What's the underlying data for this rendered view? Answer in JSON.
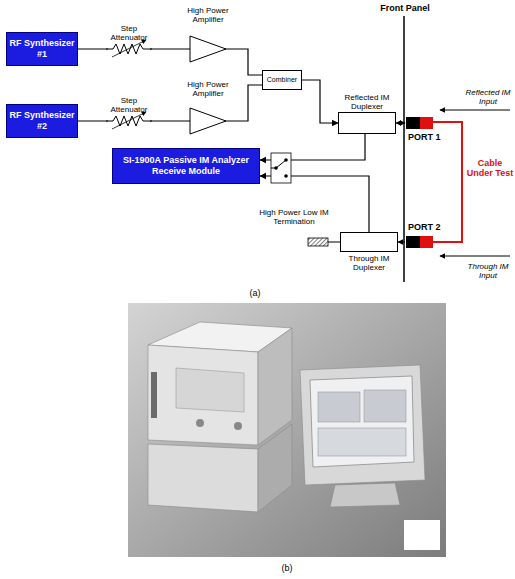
{
  "diagram": {
    "nodes": [
      {
        "text": [
          "RF Synthesizer #1"
        ]
      },
      {
        "text": [
          "RF Synthesizer #2"
        ]
      },
      {
        "text": [
          "Combiner"
        ]
      },
      {
        "text": [
          "Reflected IM Duplexer"
        ]
      },
      {
        "text": [
          "SI-1900A Passive IM Analyzer Receive Module"
        ]
      },
      {
        "text": [
          "Through IM Duplexer"
        ]
      }
    ],
    "edges": [
      {
        "from": 0,
        "to": 2,
        "arrow": "none"
      },
      {
        "from": 1,
        "to": 2,
        "arrow": "none"
      },
      {
        "from": 2,
        "to": 3,
        "arrow": "to"
      },
      {
        "from": 3,
        "to": 4,
        "arrow": "to"
      },
      {
        "from": 5,
        "to": 4,
        "arrow": "to"
      }
    ],
    "labels": [
      "Front Panel",
      "Step Attenuator",
      "High Power Amplifier",
      "Step Attenuator",
      "High Power Amplifier",
      "Reflected IM Input",
      "PORT 1",
      "Cable Under Test",
      "PORT 2",
      "Through IM Input",
      "High Power Low IM Termination",
      "(a)",
      "(b)"
    ]
  }
}
